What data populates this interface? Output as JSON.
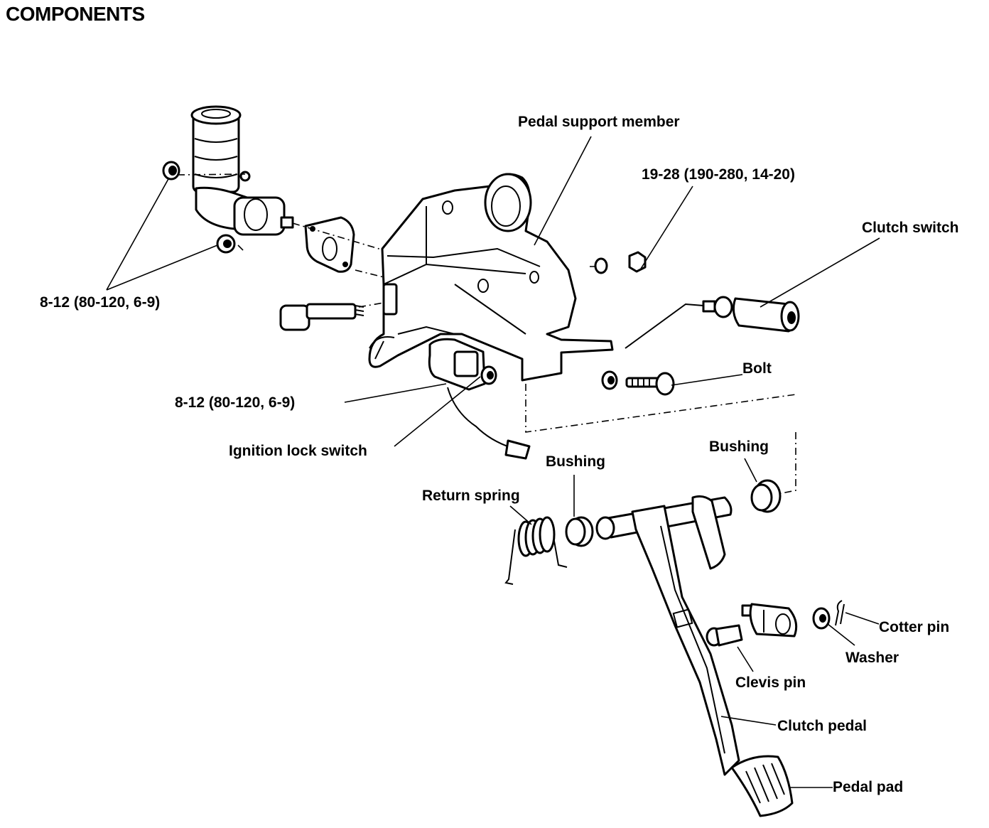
{
  "title": "COMPONENTS",
  "labels": {
    "pedal_support_member": "Pedal support member",
    "torque_19_28": "19-28 (190-280, 14-20)",
    "clutch_switch": "Clutch switch",
    "torque_8_12_left": "8-12 (80-120, 6-9)",
    "bolt": "Bolt",
    "torque_8_12_lower": "8-12 (80-120, 6-9)",
    "ignition_lock_switch": "Ignition lock switch",
    "bushing_left": "Bushing",
    "bushing_right": "Bushing",
    "return_spring": "Return spring",
    "cotter_pin": "Cotter pin",
    "washer": "Washer",
    "clevis_pin": "Clevis pin",
    "clutch_pedal": "Clutch pedal",
    "pedal_pad": "Pedal pad"
  }
}
